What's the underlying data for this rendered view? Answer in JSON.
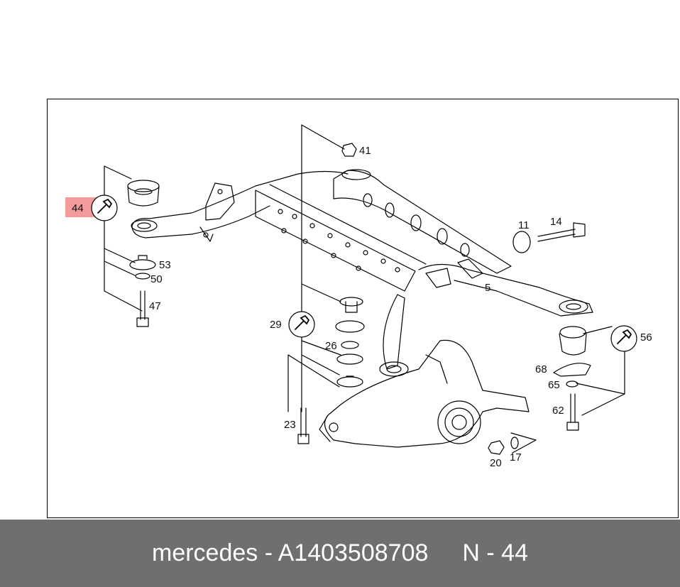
{
  "callouts": {
    "c41": "41",
    "c44": "44",
    "c53": "53",
    "c50": "50",
    "c47": "47",
    "c11": "11",
    "c14": "14",
    "c5": "5",
    "c29": "29",
    "c26": "26",
    "c56": "56",
    "c68": "68",
    "c65": "65",
    "c62": "62",
    "c23": "23",
    "c20": "20",
    "c17": "17"
  },
  "banner": {
    "brand_part": "mercedes - A1403508708",
    "position": "N - 44"
  },
  "colors": {
    "banner_bg": "#6f6f6f",
    "highlight": "#f08a8a",
    "line": "#000000"
  },
  "icons": [
    "wrench-icon-44",
    "wrench-icon-29",
    "wrench-icon-56"
  ]
}
